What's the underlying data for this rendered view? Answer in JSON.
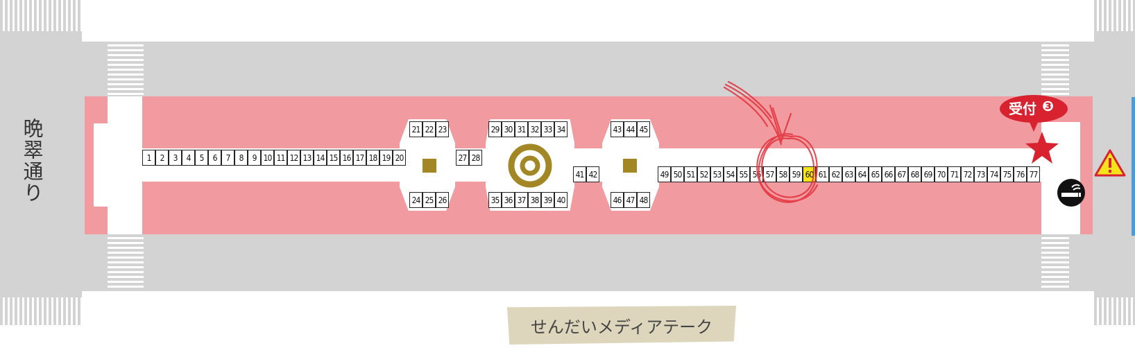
{
  "street_name": "晩翠通り",
  "building_name": "せんだいメディアテーク",
  "reception_label": "受付",
  "reception_number": "❸",
  "colors": {
    "road": "#d3d3d3",
    "venue": "#f19aa0",
    "booth_highlight": "#f6e31c",
    "marker": "#a38725",
    "reception": "#d9222f"
  },
  "icons": [
    "star-icon",
    "warning-icon",
    "smoking-area-icon",
    "target-icon"
  ],
  "highlighted_booth": "60",
  "booths": [
    "1",
    "2",
    "3",
    "4",
    "5",
    "6",
    "7",
    "8",
    "9",
    "10",
    "11",
    "12",
    "13",
    "14",
    "15",
    "16",
    "17",
    "18",
    "19",
    "20",
    "21",
    "22",
    "23",
    "24",
    "25",
    "26",
    "27",
    "28",
    "29",
    "30",
    "31",
    "32",
    "33",
    "34",
    "35",
    "36",
    "37",
    "38",
    "39",
    "40",
    "41",
    "42",
    "43",
    "44",
    "45",
    "46",
    "47",
    "48",
    "49",
    "50",
    "51",
    "52",
    "53",
    "54",
    "55",
    "56",
    "57",
    "58",
    "59",
    "60",
    "61",
    "62",
    "63",
    "64",
    "65",
    "66",
    "67",
    "68",
    "69",
    "70",
    "71",
    "72",
    "73",
    "74",
    "75",
    "76",
    "77"
  ]
}
